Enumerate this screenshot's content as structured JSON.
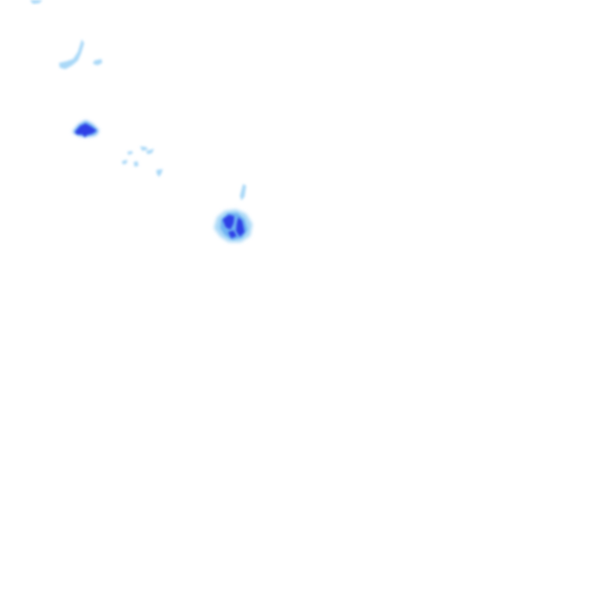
{
  "layer": "precipitation-radar-overlay",
  "background_color": "#ffffff",
  "intensity_colors": {
    "light": "#a9d8f7",
    "moderate": "#6fb4f2",
    "heavy": "#2f3fe6"
  },
  "echoes": [
    {
      "id": "echo-top-left-edge",
      "intensity": "light"
    },
    {
      "id": "echo-streak-upper-left",
      "intensity": "light"
    },
    {
      "id": "echo-core-left",
      "intensity": "heavy"
    },
    {
      "id": "echo-scattered-specks",
      "intensity": "light"
    },
    {
      "id": "echo-cell-center",
      "intensity": "heavy"
    }
  ]
}
